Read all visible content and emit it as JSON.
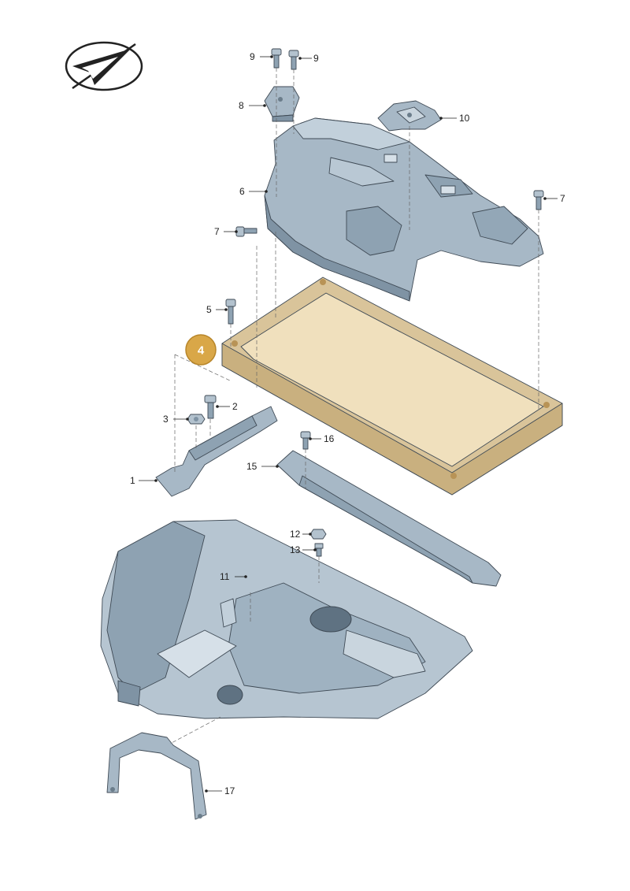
{
  "callouts": [
    {
      "id": "1",
      "label": "1"
    },
    {
      "id": "2",
      "label": "2"
    },
    {
      "id": "3",
      "label": "3"
    },
    {
      "id": "4",
      "label": "4"
    },
    {
      "id": "5",
      "label": "5"
    },
    {
      "id": "6",
      "label": "6"
    },
    {
      "id": "7a",
      "label": "7"
    },
    {
      "id": "7b",
      "label": "7"
    },
    {
      "id": "8",
      "label": "8"
    },
    {
      "id": "9a",
      "label": "9"
    },
    {
      "id": "9b",
      "label": "9"
    },
    {
      "id": "10",
      "label": "10"
    },
    {
      "id": "11",
      "label": "11"
    },
    {
      "id": "12",
      "label": "12"
    },
    {
      "id": "13",
      "label": "13"
    },
    {
      "id": "15",
      "label": "15"
    },
    {
      "id": "16",
      "label": "16"
    },
    {
      "id": "17",
      "label": "17"
    }
  ],
  "highlight": {
    "part": "4",
    "color": "#e6b85c"
  },
  "colors": {
    "part_fill": "#a7b8c6",
    "part_shade": "#7f93a4",
    "frame_fill": "#d9c49a",
    "frame_inner": "#f0e0bd",
    "outline": "#3f4a55"
  },
  "icons": [
    "direction-arrow-logo-icon"
  ]
}
